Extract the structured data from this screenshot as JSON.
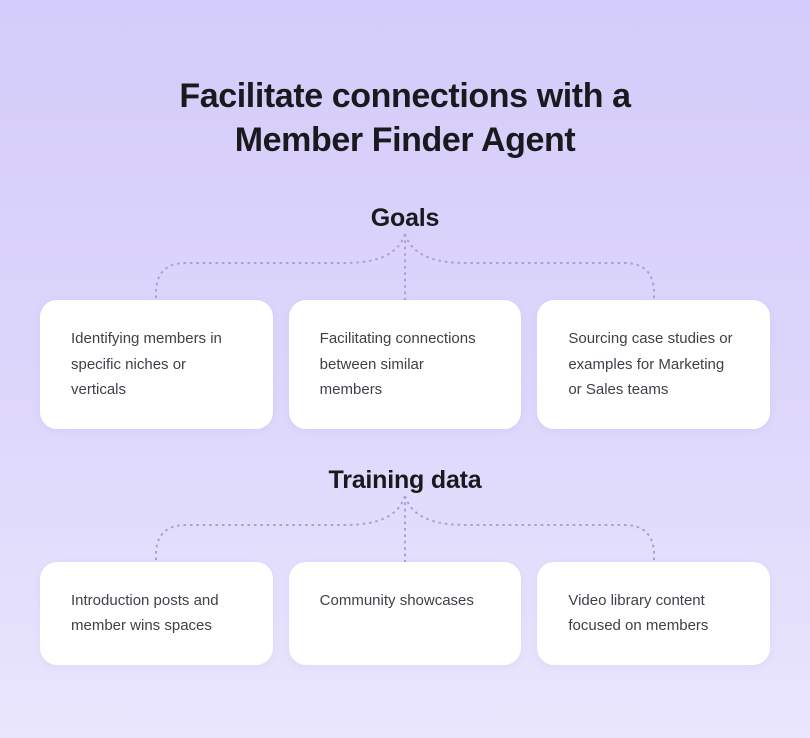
{
  "title": {
    "line1": "Facilitate connections with a",
    "line2": "Member Finder Agent"
  },
  "sections": [
    {
      "heading": "Goals",
      "cards": [
        "Identifying members in\nspecific niches or\nverticals",
        "Facilitating connections\nbetween similar\nmembers",
        "Sourcing case studies or\nexamples for Marketing\nor Sales teams"
      ]
    },
    {
      "heading": "Training data",
      "cards": [
        "Introduction posts and\nmember wins spaces",
        "Community showcases",
        "Video library content\nfocused on members"
      ]
    }
  ],
  "colors": {
    "bg_top": "#d4ccfa",
    "bg_mid": "#ddd6fb",
    "bg_bottom": "#e9e6fd",
    "title_color": "#1a1a1e",
    "card_bg": "#ffffff",
    "card_text": "#3e4148",
    "connector": "#a9a0d4"
  }
}
